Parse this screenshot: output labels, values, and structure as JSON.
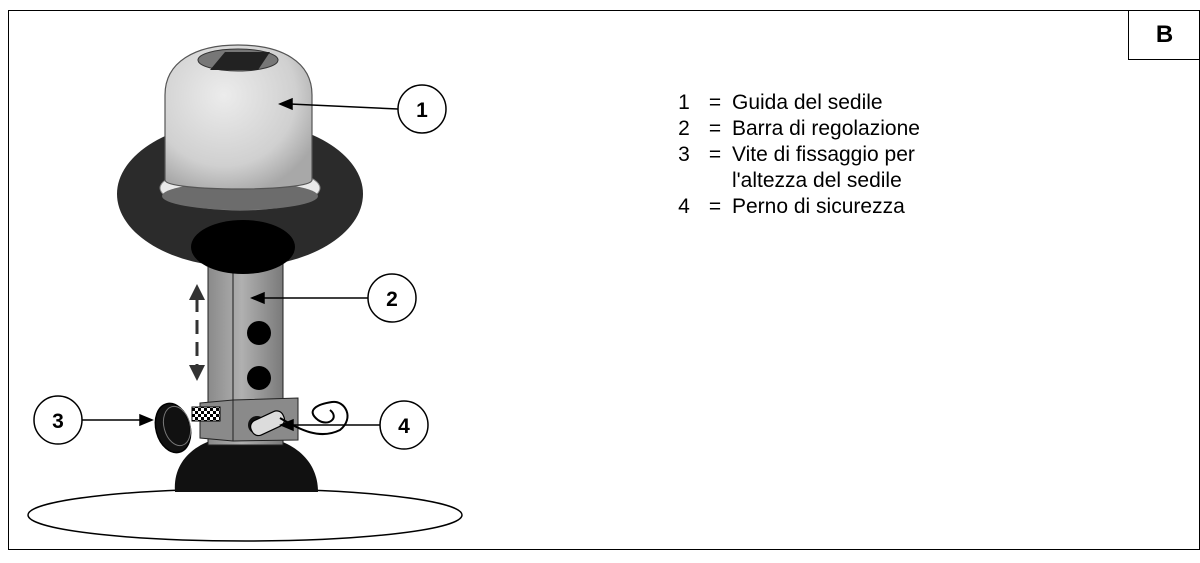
{
  "corner_label": "B",
  "callouts": [
    "1",
    "2",
    "3",
    "4"
  ],
  "legend": [
    {
      "number": "1",
      "sep": "=",
      "text": "Guida del sedile"
    },
    {
      "number": "2",
      "sep": "=",
      "text": "Barra di regolazione"
    },
    {
      "number": "3",
      "sep": "=",
      "text": "Vite di fissaggio per\nl'altezza del sedile"
    },
    {
      "number": "4",
      "sep": "=",
      "text": "Perno di sicurezza"
    }
  ]
}
